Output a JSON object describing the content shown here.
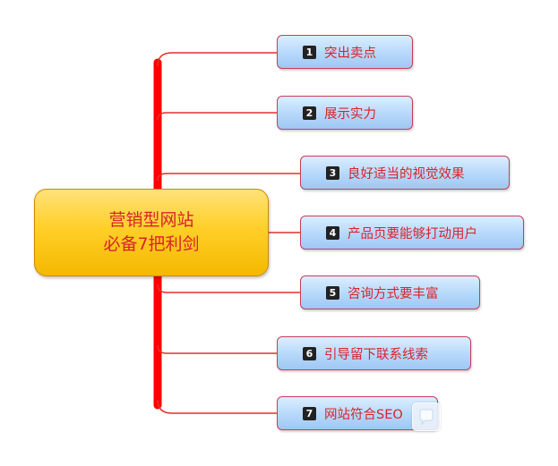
{
  "central": {
    "line1": "营销型网站",
    "line2": "必备7把利剑"
  },
  "items": [
    {
      "num": "1",
      "label": "突出卖点"
    },
    {
      "num": "2",
      "label": "展示实力"
    },
    {
      "num": "3",
      "label": "良好适当的视觉效果"
    },
    {
      "num": "4",
      "label": "产品页要能够打动用户"
    },
    {
      "num": "5",
      "label": "咨询方式要丰富"
    },
    {
      "num": "6",
      "label": "引导留下联系线索"
    },
    {
      "num": "7",
      "label": "网站符合SEO"
    }
  ],
  "colors": {
    "branch": "#ff0000",
    "connector": "#e0312f",
    "text": "#d8232a"
  }
}
